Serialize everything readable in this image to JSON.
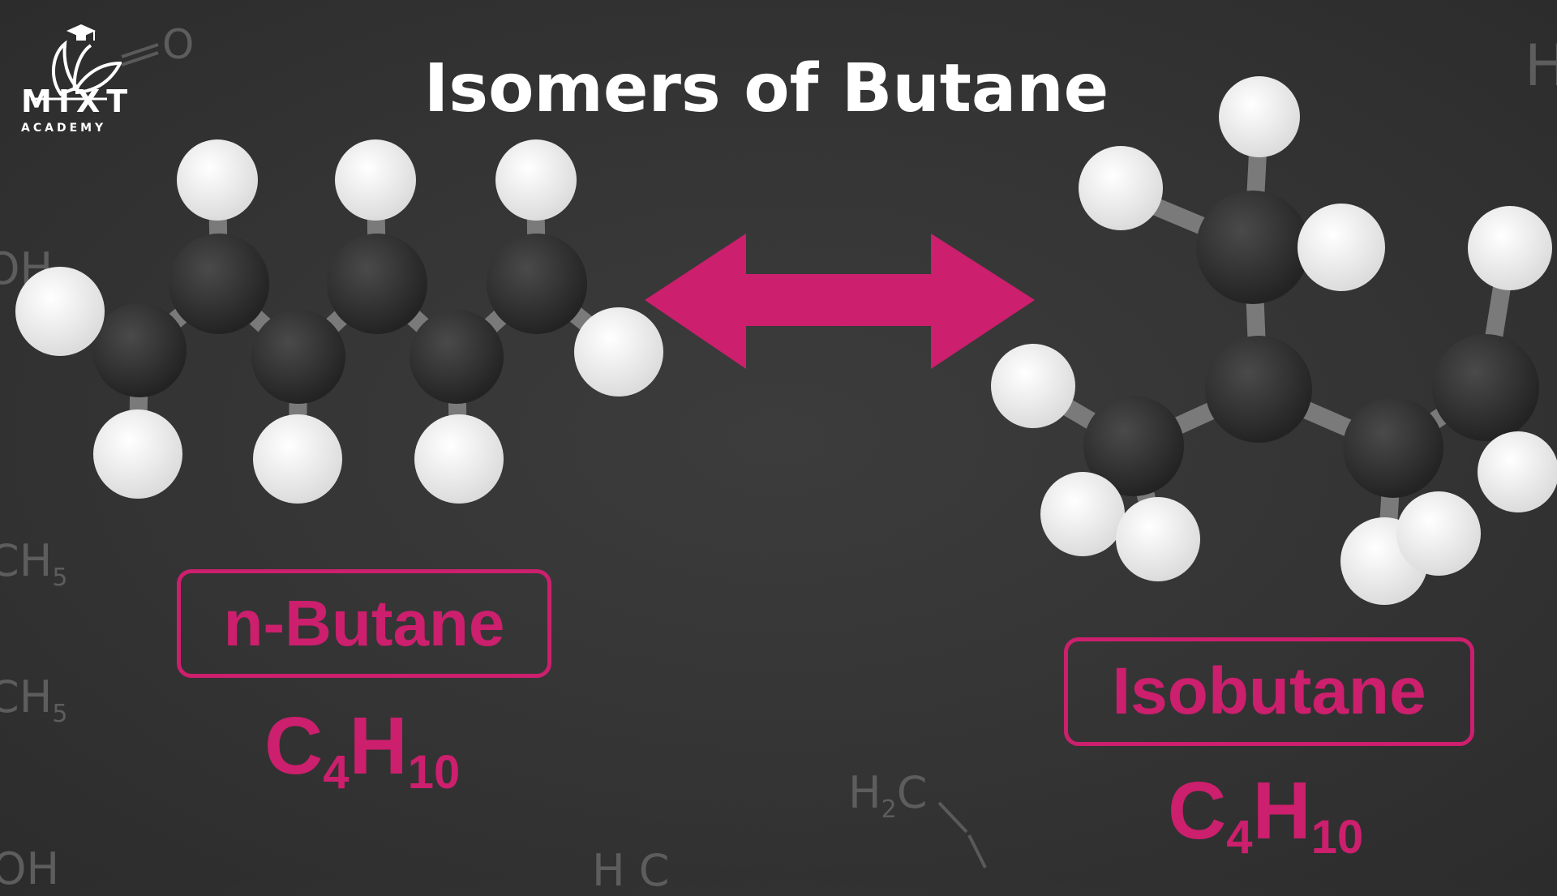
{
  "title": "Isomers of Butane",
  "logo": {
    "word": "MIXT",
    "sub": "ACADEMY"
  },
  "accent_color": "#cc1f6d",
  "left_molecule": {
    "name": "n-Butane",
    "formula": {
      "c": "C",
      "c_count": "4",
      "h": "H",
      "h_count": "10"
    }
  },
  "right_molecule": {
    "name": "Isobutane",
    "formula": {
      "c": "C",
      "c_count": "4",
      "h": "H",
      "h_count": "10"
    }
  },
  "connector": {
    "icon": "double-headed-arrow-icon"
  },
  "background_formulas": [
    {
      "main": "H",
      "sub": ""
    },
    {
      "main": "OH",
      "sub": ""
    },
    {
      "main": "CH",
      "sub": "5"
    },
    {
      "main": "CH",
      "sub": "5"
    },
    {
      "main": "H",
      "sub": "2",
      "tail": "C"
    },
    {
      "main": "OH",
      "sub": ""
    },
    {
      "main": "H",
      "sub": "",
      "tail": "C"
    },
    {
      "main": "O",
      "sub": ""
    }
  ]
}
